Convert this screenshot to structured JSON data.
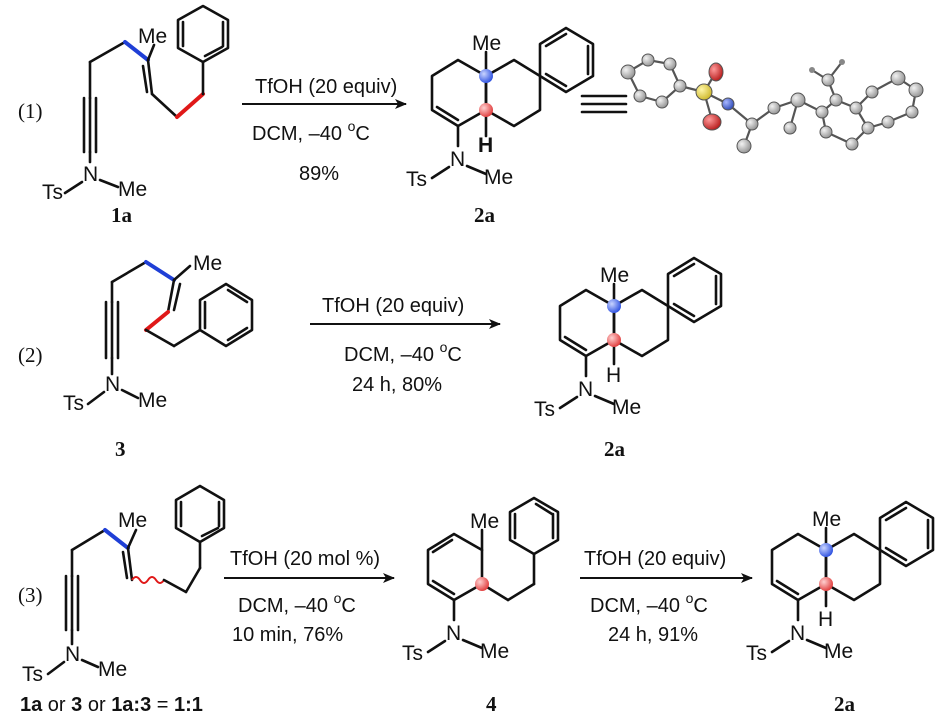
{
  "eq1": {
    "number": "(1)",
    "reagent": "TfOH (20 equiv)",
    "solvent": "DCM, –40 ",
    "temp_unit": "o",
    "temp_c": "C",
    "yield": "89%",
    "sm_label": "1a",
    "product_label": "2a"
  },
  "eq2": {
    "number": "(2)",
    "reagent": "TfOH (20 equiv)",
    "solvent": "DCM, –40 ",
    "temp_unit": "o",
    "temp_c": "C",
    "time_yield": "24 h, 80%",
    "sm_label": "3",
    "product_label": "2a"
  },
  "eq3": {
    "number": "(3)",
    "reagent1": "TfOH (20 mol %)",
    "solvent1": "DCM, –40 ",
    "temp_unit": "o",
    "temp_c": "C",
    "time_yield1": "10 min, 76%",
    "reagent2": "TfOH (20 equiv)",
    "solvent2": "DCM,  –40 ",
    "time_yield2": "24 h, 91%",
    "sm_label_a": "1a",
    "sm_or": " or ",
    "sm_label_b": "3",
    "sm_label_c": "1a:3",
    "sm_eq": " = ",
    "sm_ratio": "1:1",
    "intermediate_label": "4",
    "product_label": "2a"
  },
  "atoms": {
    "me": "Me",
    "ts": "Ts",
    "n": "N",
    "h": "H"
  },
  "colors": {
    "blue_bond": "#1f3fd6",
    "red_bond": "#e01818",
    "blue_atom": "#3d5fe6",
    "red_atom": "#ee5757",
    "ortep_gray": "#9a9a9a",
    "ortep_red": "#c81e1e",
    "ortep_yellow": "#e0d23a",
    "ortep_blue": "#2f4fb8"
  }
}
